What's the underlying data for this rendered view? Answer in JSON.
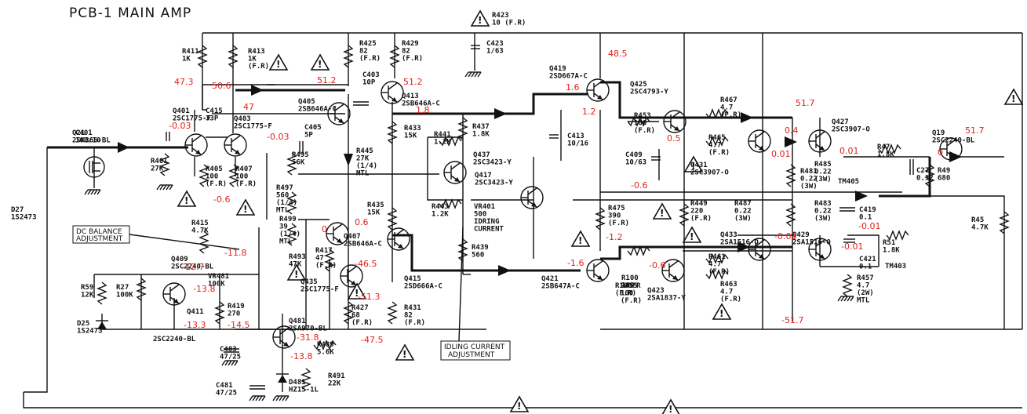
{
  "title": "PCB-1 MAIN AMP",
  "boxes": {
    "dc_balance": [
      "DC BALANCE",
      "ADJUSTMENT"
    ],
    "idling": [
      "IDLING CURRENT",
      "ADJUSTMENT"
    ]
  },
  "labels": [
    [
      "R423",
      "10 (F.R)"
    ],
    [
      "C423",
      "1/63"
    ],
    [
      "R411",
      "1K"
    ],
    [
      "R413",
      "1K",
      "(F.R)"
    ],
    [
      "R425",
      "82",
      "(F.R)"
    ],
    [
      "R429",
      "82",
      "(F.R)"
    ],
    [
      "Q419",
      "2SD667A-C"
    ],
    [
      "Q425",
      "2SC4793-Y"
    ],
    [
      "R467",
      "4.7",
      "(F.R)"
    ],
    [
      "Q427",
      "2SC3907-O"
    ],
    [
      "Q19",
      "2SC2240-BL"
    ],
    [
      "R47",
      "1.8K"
    ],
    [
      "C27",
      "0.12"
    ],
    [
      "R49",
      "680"
    ],
    [
      "Q401",
      "2SC1775-F"
    ],
    [
      "C401",
      "100/10"
    ],
    [
      "R401",
      "27K"
    ],
    [
      "C415",
      "33P"
    ],
    [
      "Q403",
      "2SC1775-F"
    ],
    [
      "Q405",
      "2SB646A-C"
    ],
    [
      "C403",
      "10P"
    ],
    [
      "Q413",
      "2SB646A-C"
    ],
    [
      "C405",
      "5P"
    ],
    [
      "Q21",
      "2SK366-BL"
    ],
    [
      "R405",
      "100",
      "(F.R)"
    ],
    [
      "R407",
      "100",
      "(F.R)"
    ],
    [
      "R495",
      "56K"
    ],
    [
      "R445",
      "27K",
      "(1/4)",
      "MTL"
    ],
    [
      "R433",
      "15K"
    ],
    [
      "R441",
      "1.2K"
    ],
    [
      "R437",
      "1.8K"
    ],
    [
      "Q437",
      "2SC3423-Y"
    ],
    [
      "Q417",
      "2SC3423-Y"
    ],
    [
      "C413",
      "10/16"
    ],
    [
      "R453",
      "100",
      "(F.R)"
    ],
    [
      "C409",
      "10/63"
    ],
    [
      "R465",
      "4.7",
      "(F.R)"
    ],
    [
      "Q431",
      "2SC3907-O"
    ],
    [
      "R485",
      "0.22",
      "(3W)"
    ],
    [
      "R481",
      "0.22",
      "(3W)"
    ],
    [
      "TM405"
    ],
    [
      "R497",
      "560",
      "(1/4)",
      "MTL"
    ],
    [
      "R499",
      "39",
      "(1/4)",
      "MTL"
    ],
    [
      "R435",
      "15K"
    ],
    [
      "R443",
      "1.2K"
    ],
    [
      "VR401",
      "500",
      "IDRING",
      "CURRENT"
    ],
    [
      "R475",
      "390",
      "(F.R)"
    ],
    [
      "R449",
      "220",
      "(F.R)"
    ],
    [
      "R487",
      "0.22",
      "(3W)"
    ],
    [
      "R483",
      "0.22",
      "(3W)"
    ],
    [
      "C419",
      "0.1"
    ],
    [
      "R45",
      "4.7K"
    ],
    [
      "D27",
      "1S2473"
    ],
    [
      "R415",
      "4.7K"
    ],
    [
      "Q407",
      "2SB646A-C"
    ],
    [
      "R439",
      "560"
    ],
    [
      "Q433",
      "2SA1516-O"
    ],
    [
      "Q429",
      "2SA1516-O"
    ],
    [
      "R51",
      "1.8K"
    ],
    [
      "C421",
      "0.1"
    ],
    [
      "TM403"
    ],
    [
      "Q409",
      "2SC2240-BL"
    ],
    [
      "VR481",
      "100K"
    ],
    [
      "R493",
      "47K"
    ],
    [
      "R417",
      "47",
      "(F.R)"
    ],
    [
      "Q415",
      "2SD666A-C"
    ],
    [
      "Q421",
      "2SB647A-C"
    ],
    [
      "R455",
      "100",
      "(F.R)"
    ],
    [
      "Q423",
      "2SA1837-Y"
    ],
    [
      "R461",
      "4.7",
      "(F.R)"
    ],
    [
      "R463",
      "4.7",
      "(F.R)"
    ],
    [
      "R457",
      "4.7",
      "(2W)",
      "MTL"
    ],
    [
      "R59",
      "12K"
    ],
    [
      "R27",
      "100K"
    ],
    [
      "Q411"
    ],
    [
      "Q435",
      "2SC1775-F"
    ],
    [
      "R427",
      "68",
      "(F.R)"
    ],
    [
      "R431",
      "82",
      "(F.R)"
    ],
    [
      "R419",
      "270"
    ],
    [
      "Q481",
      "2SA970-BL"
    ],
    [
      "D25",
      "1S2473"
    ],
    [
      "2SC2240-BL"
    ],
    [
      "C483",
      "47/25"
    ],
    [
      "R489",
      "5.6K"
    ],
    [
      "R491",
      "22K"
    ],
    [
      "C481",
      "47/25"
    ],
    [
      "D481",
      "HZ15-1L"
    ],
    [
      "R100",
      "100"
    ],
    [
      "R100FR",
      "(F.R)"
    ]
  ],
  "voltages": [
    "48.5",
    "47.3",
    "47",
    "50.6",
    "51.2",
    "51.2",
    "1.8",
    "1.6",
    "1.2",
    "0.5",
    "0.4",
    "0.01",
    "51.7",
    "51.7",
    "0",
    "0.01",
    "-0.6",
    "-0.6",
    "0",
    "0.6",
    "-1.2",
    "-1.6",
    "-0.6",
    "-0.01",
    "-0.01",
    "-11.8",
    "-12.7",
    "-13.8",
    "-13.3",
    "-14.5",
    "-31.8",
    "-13.8",
    "-46.5",
    "-51.3",
    "-47.5",
    "-51.7",
    "-0.03",
    "-0.03",
    "-0.01"
  ],
  "colors": {
    "ink": "#111111",
    "voltage": "#e0211b",
    "paper": "#ffffff"
  }
}
